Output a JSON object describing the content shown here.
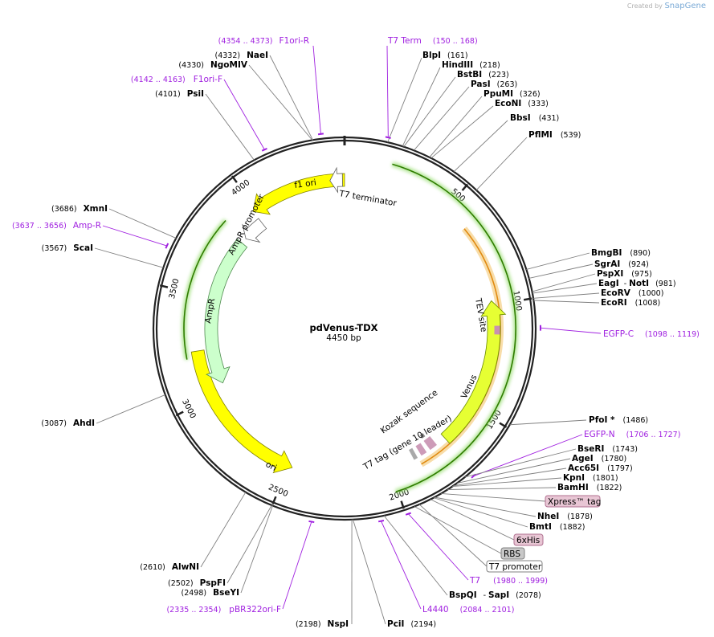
{
  "brand": {
    "prefix": "Created by",
    "logo": "SnapGene"
  },
  "plasmid": {
    "name": "pdVenus-TDX",
    "length": "4450 bp",
    "total_bp": 4450
  },
  "ticks": [
    "500",
    "1000",
    "1500",
    "2000",
    "2500",
    "3000",
    "3500",
    "4000"
  ],
  "features": {
    "f1ori": "f1 ori",
    "t7terminator": "T7 terminator",
    "amprPromoter": "AmpR promoter",
    "ampr": "AmpR",
    "ori": "ori",
    "tev": "TEV site",
    "venus": "Venus",
    "kozak": "Kozak sequence",
    "t7tag": "T7 tag (gene 10 leader)"
  },
  "tags": {
    "xpress": "Xpress™ tag",
    "his": "6xHis",
    "rbs": "RBS",
    "t7promoter": "T7 promoter"
  },
  "primers": {
    "f1orir": {
      "name": "F1ori-R",
      "pos": "(4354 .. 4373)"
    },
    "t7term": {
      "name": "T7 Term",
      "pos": "(150 .. 168)"
    },
    "f1orif": {
      "name": "F1ori-F",
      "pos": "(4142 .. 4163)"
    },
    "ampr": {
      "name": "Amp-R",
      "pos": "(3637 .. 3656)"
    },
    "egfpc": {
      "name": "EGFP-C",
      "pos": "(1098 .. 1119)"
    },
    "egfpn": {
      "name": "EGFP-N",
      "pos": "(1706 .. 1727)"
    },
    "t7": {
      "name": "T7",
      "pos": "(1980 .. 1999)"
    },
    "l4440": {
      "name": "L4440",
      "pos": "(2084 .. 2101)"
    },
    "pbr": {
      "name": "pBR322ori-F",
      "pos": "(2335 .. 2354)"
    }
  },
  "sites": {
    "blpi": {
      "name": "BlpI",
      "pos": "(161)"
    },
    "hindiii": {
      "name": "HindIII",
      "pos": "(218)"
    },
    "bstbi": {
      "name": "BstBI",
      "pos": "(223)"
    },
    "pasi": {
      "name": "PasI",
      "pos": "(263)"
    },
    "ppumi": {
      "name": "PpuMI",
      "pos": "(326)"
    },
    "econi": {
      "name": "EcoNI",
      "pos": "(333)"
    },
    "bbsi": {
      "name": "BbsI",
      "pos": "(431)"
    },
    "pflmi": {
      "name": "PflMI",
      "pos": "(539)"
    },
    "bmgbi": {
      "name": "BmgBI",
      "pos": "(890)"
    },
    "sgrai": {
      "name": "SgrAI",
      "pos": "(924)"
    },
    "pspxi": {
      "name": "PspXI",
      "pos": "(975)"
    },
    "eagi": {
      "name": "EagI",
      "sep": "-",
      "name2": "NotI",
      "pos": "(981)"
    },
    "ecorv": {
      "name": "EcoRV",
      "pos": "(1000)"
    },
    "ecori": {
      "name": "EcoRI",
      "pos": "(1008)"
    },
    "pfoi": {
      "name": "PfoI *",
      "pos": "(1486)"
    },
    "bseri": {
      "name": "BseRI",
      "pos": "(1743)"
    },
    "agei": {
      "name": "AgeI",
      "pos": "(1780)"
    },
    "acc65i": {
      "name": "Acc65I",
      "pos": "(1797)"
    },
    "kpni": {
      "name": "KpnI",
      "pos": "(1801)"
    },
    "bamhi": {
      "name": "BamHI",
      "pos": "(1822)"
    },
    "nhei": {
      "name": "NheI",
      "pos": "(1878)"
    },
    "bmti": {
      "name": "BmtI",
      "pos": "(1882)"
    },
    "bspqi": {
      "name": "BspQI",
      "sep": "-",
      "name2": "SapI",
      "pos": "(2078)"
    },
    "pcii": {
      "name": "PciI",
      "pos": "(2194)"
    },
    "nspi": {
      "name": "NspI",
      "pos": "(2198)"
    },
    "naei": {
      "name": "NaeI",
      "pos": "(4332)"
    },
    "ngomiv": {
      "name": "NgoMIV",
      "pos": "(4330)"
    },
    "psii": {
      "name": "PsiI",
      "pos": "(4101)"
    },
    "xmni": {
      "name": "XmnI",
      "pos": "(3686)"
    },
    "scai": {
      "name": "ScaI",
      "pos": "(3567)"
    },
    "ahdi": {
      "name": "AhdI",
      "pos": "(3087)"
    },
    "alwni": {
      "name": "AlwNI",
      "pos": "(2610)"
    },
    "pspfi": {
      "name": "PspFI",
      "pos": "(2502)"
    },
    "bseyi": {
      "name": "BseYI",
      "pos": "(2498)"
    }
  },
  "colors": {
    "yellow": "#ffff00",
    "mint": "#ccffcc",
    "green_outline": "#2f7d00",
    "orange": "#f0a030",
    "primer": "#a020e0",
    "tag_pink": "#e8c6d4"
  }
}
